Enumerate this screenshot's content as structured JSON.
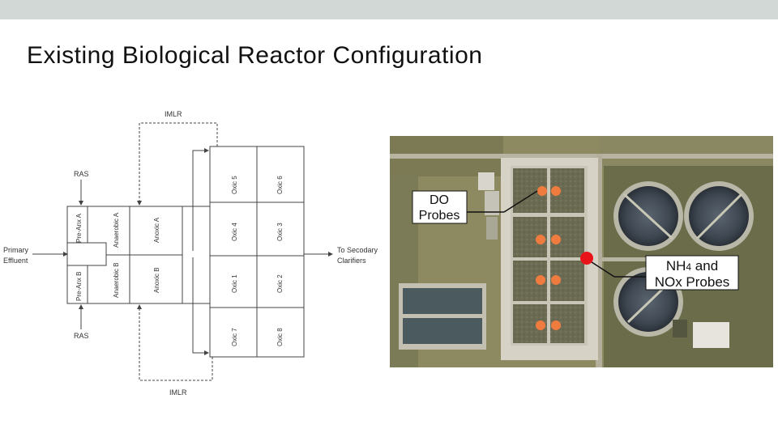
{
  "slide": {
    "title": "Existing Biological Reactor Configuration"
  },
  "schematic": {
    "imlr_top": "IMLR",
    "imlr_bottom": "IMLR",
    "ras_top": "RAS",
    "ras_bottom": "RAS",
    "primary_effluent_line1": "Primary",
    "primary_effluent_line2": "Effluent",
    "to_secondary_line1": "To Secodary",
    "to_secondary_line2": "Clarifiers",
    "zones": {
      "pre_anx_a": "Pre-Anx A",
      "pre_anx_b": "Pre-Anx B",
      "anaerobic_a": "Anaerobic A",
      "anaerobic_b": "Anaerobic B",
      "anoxic_a": "Anoxic A",
      "anoxic_b": "Anoxic B",
      "oxic_1": "Oxic 1",
      "oxic_2": "Oxic 2",
      "oxic_3": "Oxic 3",
      "oxic_4": "Oxic 4",
      "oxic_5": "Oxic 5",
      "oxic_6": "Oxic 6",
      "oxic_7": "Oxic 7",
      "oxic_8": "Oxic 8"
    }
  },
  "photo": {
    "do_label_line1": "DO",
    "do_label_line2": "Probes",
    "nh4_label_line1_a": "NH",
    "nh4_label_line1_sub": "4",
    "nh4_label_line1_b": " and",
    "nh4_label_line2": "NOx Probes",
    "colors": {
      "do_probe": "#f07b3f",
      "nh4_probe": "#e8141a"
    }
  }
}
